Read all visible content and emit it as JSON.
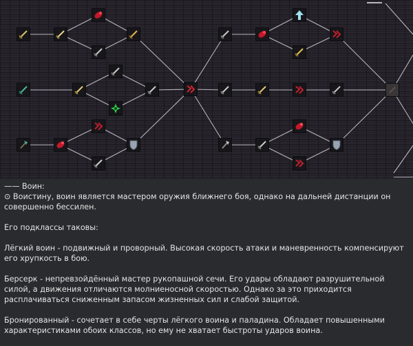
{
  "skill_tree": {
    "nodes": [
      {
        "id": "n1",
        "icon": "sword-icon"
      },
      {
        "id": "n2",
        "icon": "sword-icon"
      },
      {
        "id": "n3",
        "icon": "meat-icon"
      },
      {
        "id": "n4",
        "icon": "sword-icon"
      },
      {
        "id": "n5",
        "icon": "sword-icon"
      },
      {
        "id": "n6",
        "icon": "sword-icon"
      },
      {
        "id": "n7",
        "icon": "meat-icon"
      },
      {
        "id": "n8",
        "icon": "arrow-up-icon"
      },
      {
        "id": "n9",
        "icon": "berserk-rune-icon"
      },
      {
        "id": "n10",
        "icon": "sword-icon"
      },
      {
        "id": "n11",
        "icon": "green-sword-icon"
      },
      {
        "id": "n12",
        "icon": "sword-icon"
      },
      {
        "id": "n13",
        "icon": "sword-icon"
      },
      {
        "id": "n14",
        "icon": "sword-icon"
      },
      {
        "id": "n15",
        "icon": "shuriken-icon"
      },
      {
        "id": "n16",
        "icon": "berserk-rune-icon"
      },
      {
        "id": "n17",
        "icon": "sword-icon"
      },
      {
        "id": "n18",
        "icon": "sword-icon"
      },
      {
        "id": "n19",
        "icon": "berserk-rune-icon"
      },
      {
        "id": "n20",
        "icon": "sword-icon"
      },
      {
        "id": "n21",
        "icon": "dark-slot-icon"
      },
      {
        "id": "n22",
        "icon": "axe-icon"
      },
      {
        "id": "n23",
        "icon": "meat-icon"
      },
      {
        "id": "n24",
        "icon": "berserk-rune-icon"
      },
      {
        "id": "n25",
        "icon": "shield-icon"
      },
      {
        "id": "n26",
        "icon": "sword-icon"
      },
      {
        "id": "n27",
        "icon": "axe-icon"
      },
      {
        "id": "n28",
        "icon": "sword-icon"
      },
      {
        "id": "n29",
        "icon": "meat-icon"
      },
      {
        "id": "n30",
        "icon": "shield-icon"
      },
      {
        "id": "n31",
        "icon": "berserk-rune-icon"
      }
    ]
  },
  "description": {
    "heading": "—— Воин:",
    "intro": "⊙ Воистину, воин является мастером оружия ближнего боя, однако на дальней дистанции он совершенно бессилен.",
    "subclasses_title": "Его подклассы таковы:",
    "light": "Лёгкий воин - подвижный и проворный. Высокая скорость атаки и маневренность компенсируют его хрупкость в бою.",
    "berserk": "Берсерк - непревзойдённый мастер рукопашной сечи. Его удары обладают разрушительной силой, а движения отличаются молниеносной скоростью. Однако за это приходится расплачиваться сниженным запасом жизненных сил и слабой защитой.",
    "armored": "Бронированный - сочетает в себе черты лёгкого воина и паладина. Обладает повышенными характеристиками обоих классов, но ему не хватает быстроты ударов воина."
  }
}
